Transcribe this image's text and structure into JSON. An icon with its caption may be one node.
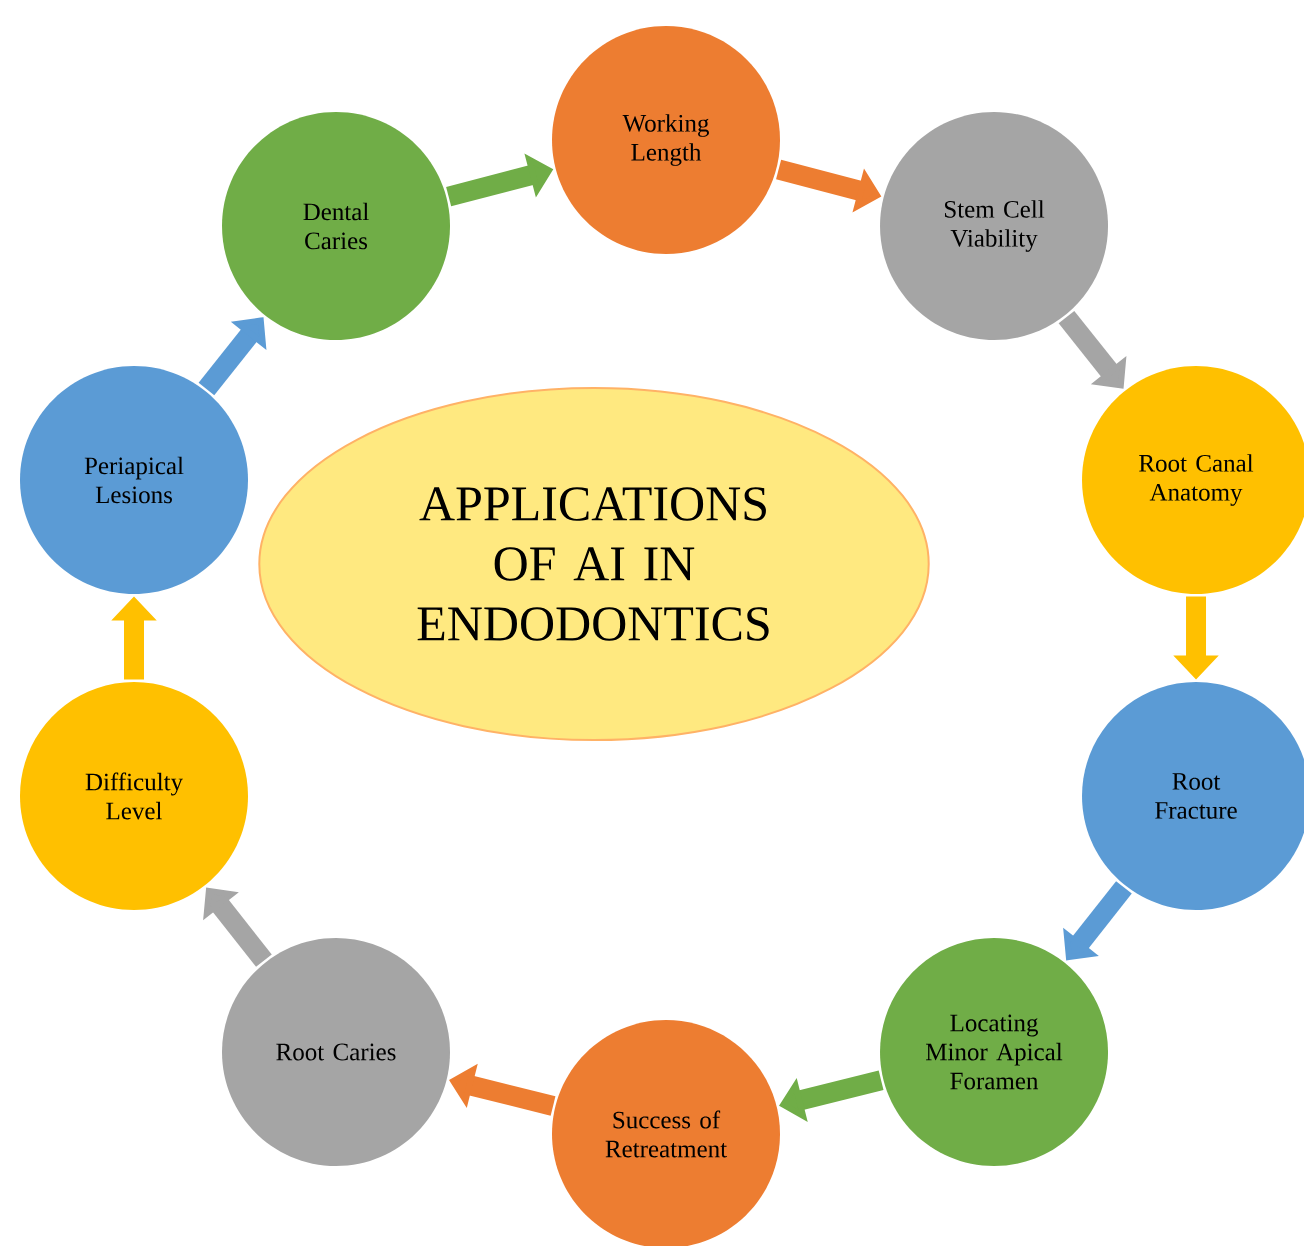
{
  "diagram": {
    "nodes": [
      {
        "text": [
          "APPLICATIONS OF AI IN ENDODONTICS"
        ]
      },
      {
        "text": [
          "Working Length"
        ]
      },
      {
        "text": [
          "Stem Cell Viability"
        ]
      },
      {
        "text": [
          "Root Canal Anatomy"
        ]
      },
      {
        "text": [
          "Root Fracture"
        ]
      },
      {
        "text": [
          "Locating Minor Apical Foramen"
        ]
      },
      {
        "text": [
          "Success of Retreatment"
        ]
      },
      {
        "text": [
          "Root Caries"
        ]
      },
      {
        "text": [
          "Difficulty Level"
        ]
      },
      {
        "text": [
          "Periapical Lesions"
        ]
      },
      {
        "text": [
          "Dental Caries"
        ]
      }
    ],
    "edges": [
      {
        "from": 10,
        "to": 1,
        "arrow": "to",
        "color": "#70ad47"
      },
      {
        "from": 1,
        "to": 2,
        "arrow": "to",
        "color": "#ed7d31"
      },
      {
        "from": 2,
        "to": 3,
        "arrow": "to",
        "color": "#a5a5a5"
      },
      {
        "from": 3,
        "to": 4,
        "arrow": "to",
        "color": "#ffc000"
      },
      {
        "from": 4,
        "to": 5,
        "arrow": "to",
        "color": "#5b9bd5"
      },
      {
        "from": 5,
        "to": 6,
        "arrow": "to",
        "color": "#70ad47"
      },
      {
        "from": 6,
        "to": 7,
        "arrow": "to",
        "color": "#ed7d31"
      },
      {
        "from": 7,
        "to": 8,
        "arrow": "to",
        "color": "#a5a5a5"
      },
      {
        "from": 8,
        "to": 9,
        "arrow": "to",
        "color": "#ffc000"
      },
      {
        "from": 9,
        "to": 10,
        "arrow": "to",
        "color": "#5b9bd5"
      }
    ]
  }
}
